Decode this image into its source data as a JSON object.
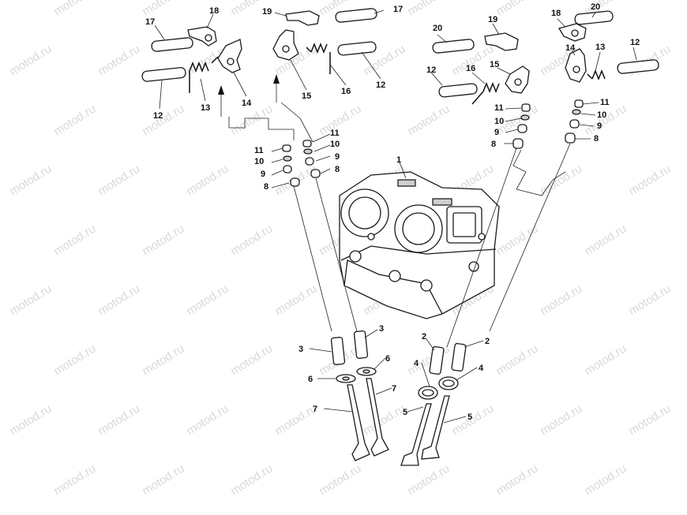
{
  "watermark": {
    "text": "motod.ru",
    "color": "#b9b9b9"
  },
  "callouts": [
    {
      "id": "c-18-l",
      "label": "18"
    },
    {
      "id": "c-19-l",
      "label": "19"
    },
    {
      "id": "c-17-l1",
      "label": "17"
    },
    {
      "id": "c-17-l2",
      "label": "17"
    },
    {
      "id": "c-12-l1",
      "label": "12"
    },
    {
      "id": "c-13-l",
      "label": "13"
    },
    {
      "id": "c-14-l",
      "label": "14"
    },
    {
      "id": "c-15-l",
      "label": "15"
    },
    {
      "id": "c-16-l",
      "label": "16"
    },
    {
      "id": "c-12-l2",
      "label": "12"
    },
    {
      "id": "c-20-r1",
      "label": "20"
    },
    {
      "id": "c-19-r",
      "label": "19"
    },
    {
      "id": "c-18-r",
      "label": "18"
    },
    {
      "id": "c-20-r2",
      "label": "20"
    },
    {
      "id": "c-13-r",
      "label": "13"
    },
    {
      "id": "c-12-r1",
      "label": "12"
    },
    {
      "id": "c-14-r",
      "label": "14"
    },
    {
      "id": "c-15-r",
      "label": "15"
    },
    {
      "id": "c-16-r",
      "label": "16"
    },
    {
      "id": "c-12-r2",
      "label": "12"
    },
    {
      "id": "c-11-l1",
      "label": "11"
    },
    {
      "id": "c-10-l1",
      "label": "10"
    },
    {
      "id": "c-9-l1",
      "label": "9"
    },
    {
      "id": "c-8-l1",
      "label": "8"
    },
    {
      "id": "c-11-l2",
      "label": "11"
    },
    {
      "id": "c-10-l2",
      "label": "10"
    },
    {
      "id": "c-9-l2",
      "label": "9"
    },
    {
      "id": "c-8-l2",
      "label": "8"
    },
    {
      "id": "c-11-r1",
      "label": "11"
    },
    {
      "id": "c-10-r1",
      "label": "10"
    },
    {
      "id": "c-9-r1",
      "label": "9"
    },
    {
      "id": "c-8-r1",
      "label": "8"
    },
    {
      "id": "c-11-r2",
      "label": "11"
    },
    {
      "id": "c-10-r2",
      "label": "10"
    },
    {
      "id": "c-9-r2",
      "label": "9"
    },
    {
      "id": "c-8-r2",
      "label": "8"
    },
    {
      "id": "c-1",
      "label": "1"
    },
    {
      "id": "c-3-a",
      "label": "3"
    },
    {
      "id": "c-3-b",
      "label": "3"
    },
    {
      "id": "c-6-a",
      "label": "6"
    },
    {
      "id": "c-6-b",
      "label": "6"
    },
    {
      "id": "c-7-a",
      "label": "7"
    },
    {
      "id": "c-7-b",
      "label": "7"
    },
    {
      "id": "c-2-a",
      "label": "2"
    },
    {
      "id": "c-2-b",
      "label": "2"
    },
    {
      "id": "c-4-a",
      "label": "4"
    },
    {
      "id": "c-4-b",
      "label": "4"
    },
    {
      "id": "c-5-a",
      "label": "5"
    },
    {
      "id": "c-5-b",
      "label": "5"
    }
  ]
}
